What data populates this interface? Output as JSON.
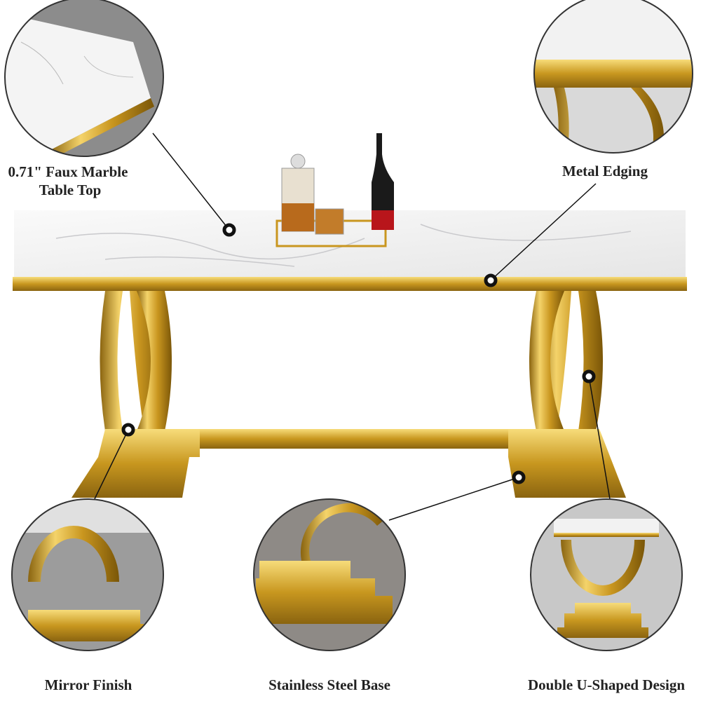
{
  "features": [
    {
      "id": "marble-top",
      "label_line1": "0.71\" Faux Marble",
      "label_line2": "Table Top"
    },
    {
      "id": "metal-edging",
      "label": "Metal Edging"
    },
    {
      "id": "mirror-finish",
      "label": "Mirror Finish"
    },
    {
      "id": "stainless-steel-base",
      "label": "Stainless Steel Base"
    },
    {
      "id": "double-u",
      "label": "Double U-Shaped Design"
    }
  ],
  "colors": {
    "gold": "#d4a72c",
    "gold_dark": "#9a7414",
    "marble": "#f1f1f1",
    "callout": "#111111"
  }
}
